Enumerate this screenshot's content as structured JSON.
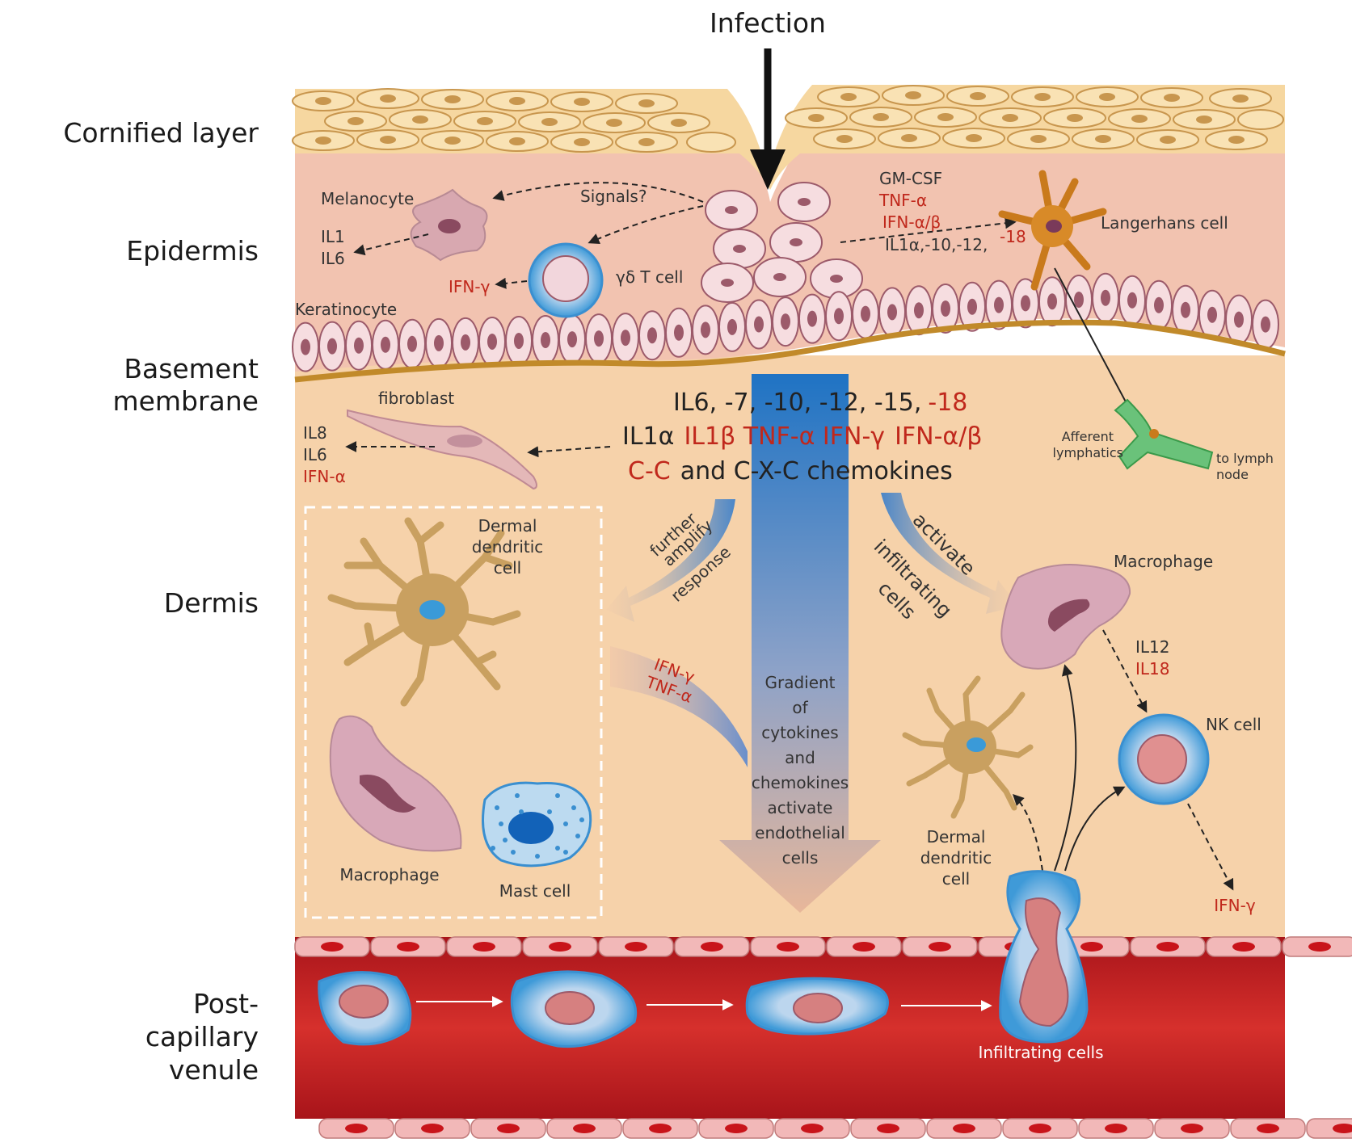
{
  "infection": "Infection",
  "layers": {
    "cornified": "Cornified layer",
    "epidermis": "Epidermis",
    "basement_1": "Basement",
    "basement_2": "membrane",
    "dermis": "Dermis",
    "venule_1": "Post-",
    "venule_2": "capillary",
    "venule_3": "venule"
  },
  "epidermis": {
    "melanocyte": "Melanocyte",
    "signals": "Signals?",
    "il1": "IL1",
    "il6": "IL6",
    "ifn_gamma": "IFN-γ",
    "gd_t_cell": "γδ T cell",
    "keratinocyte": "Keratinocyte",
    "gm_csf": "GM-CSF",
    "tnf_alpha": "TNF-α",
    "ifn_ab": "IFN-α/β",
    "il_list": "IL1α,-10,-12,",
    "il_18": "-18",
    "langerhans": "Langerhans cell"
  },
  "dermis": {
    "fibroblast": "fibroblast",
    "fib_il8": "IL8",
    "fib_il6": "IL6",
    "fib_ifna": "IFN-α",
    "line1_black": "IL6, -7, -10, -12, -15,",
    "line1_red": "-18",
    "line2_a": "IL1α",
    "line2_b": "IL1β TNF-α IFN-γ",
    "line2_c": "IFN-α/β",
    "line3_red": "C-C",
    "line3_black": "and C-X-C chemokines",
    "afferent_1": "Afferent",
    "afferent_2": "lymphatics",
    "lymph_1": "to lymph",
    "lymph_2": "node",
    "ddc_1": "Dermal",
    "ddc_2": "dendritic",
    "ddc_3": "cell",
    "further": "further",
    "amplify": "amplify",
    "response": "response",
    "activate": "activate",
    "infiltrating": "infiltrating",
    "cells": "cells",
    "ifng2": "IFN-γ",
    "tnfa2": "TNF-α",
    "gradient": [
      "Gradient",
      "of",
      "cytokines",
      "and",
      "chemokines",
      "activate",
      "endothelial",
      "cells"
    ],
    "macrophage_left": "Macrophage",
    "mast_cell": "Mast cell",
    "macrophage_right": "Macrophage",
    "il12": "IL12",
    "il18": "IL18",
    "nk_cell": "NK cell",
    "ddc2_1": "Dermal",
    "ddc2_2": "dendritic",
    "ddc2_3": "cell",
    "ifng3": "IFN-γ"
  },
  "venule": {
    "infiltrating_cells": "Infiltrating cells"
  }
}
